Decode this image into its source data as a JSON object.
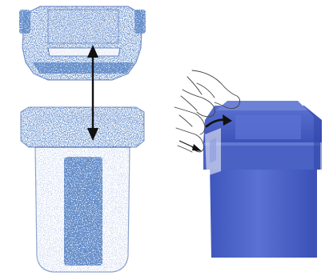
{
  "figure": {
    "panels": [
      {
        "name": "exploded-view",
        "depicts": "lid-lifted-off-canister"
      },
      {
        "name": "assembled-view",
        "depicts": "hand-rotating-lid"
      }
    ],
    "indicators": [
      {
        "name": "vertical-double-arrow",
        "meaning": "separate-lid-from-body"
      },
      {
        "name": "curved-rotation-arrow",
        "meaning": "twist-lid"
      },
      {
        "name": "motion-line-arrow",
        "meaning": "thumb-press"
      }
    ],
    "colors": {
      "stipple": "#2a4fa0",
      "stipple_light": "#6f86c4",
      "solid_blue": "#4a62c4",
      "solid_blue_dark": "#2f45a8",
      "solid_blue_light": "#6d82d6",
      "arrow": "#111111",
      "background": "#ffffff"
    },
    "text": []
  }
}
